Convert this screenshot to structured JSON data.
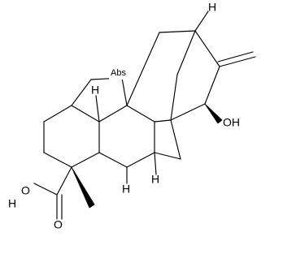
{
  "molecule": {
    "labels": {
      "hydroxyl": "OH",
      "acid_oxygen": "O",
      "acid_hydroxyl_H": "H",
      "acid_hydroxyl_O": "O",
      "hydrogen": "H",
      "abs": "Abs"
    }
  }
}
